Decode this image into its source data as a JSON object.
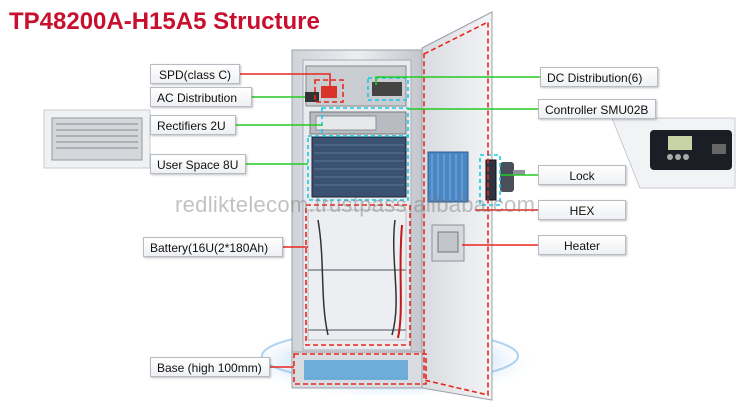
{
  "title": "TP48200A-H15A5 Structure",
  "labels": {
    "spd": "SPD(class C)",
    "ac_distribution": "AC Distribution",
    "rectifiers": "Rectifiers 2U",
    "user_space": "User Space 8U",
    "battery": "Battery(16U(2*180Ah)",
    "base": "Base (high 100mm)",
    "dc_distribution": "DC Distribution(6)",
    "controller": "Controller SMU02B",
    "lock": "Lock",
    "hex": "HEX",
    "heater": "Heater"
  },
  "watermark": "redliktelecom.trustpass.alibaba.com",
  "colors": {
    "title": "#c8102e",
    "green_line": "#22cc22",
    "red_line": "#e8281e",
    "cyan_box": "#19c8e6",
    "red_box": "#e8281e"
  }
}
